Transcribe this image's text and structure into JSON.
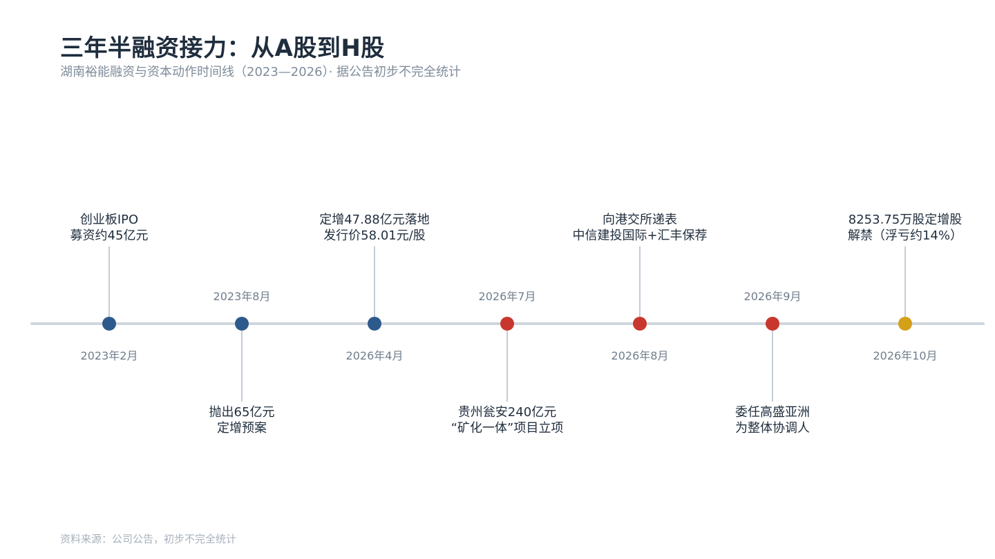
{
  "header": {
    "title": "三年半融资接力：从A股到H股",
    "subtitle": "湖南裕能融资与资本动作时间线（2023—2026）· 据公告初步不完全统计"
  },
  "colors": {
    "ipo_blue": "#2d5a8c",
    "hk_red": "#c8372d",
    "unlock_gold": "#d4a017",
    "axis_gray": "#cfd6dd"
  },
  "timeline": [
    {
      "date": "2023年2月",
      "lines": [
        "创业板IPO",
        "募资约45亿元"
      ],
      "position": "above",
      "color": "#2d5a8c"
    },
    {
      "date": "2023年8月",
      "lines": [
        "抛出65亿元",
        "定增预案"
      ],
      "position": "below",
      "color": "#2d5a8c"
    },
    {
      "date": "2026年4月",
      "lines": [
        "定增47.88亿元落地",
        "发行价58.01元/股"
      ],
      "position": "above",
      "color": "#2d5a8c"
    },
    {
      "date": "2026年7月",
      "lines": [
        "贵州瓮安240亿元",
        "“矿化一体”项目立项"
      ],
      "position": "below",
      "color": "#c8372d"
    },
    {
      "date": "2026年8月",
      "lines": [
        "向港交所递表",
        "中信建投国际+汇丰保荐"
      ],
      "position": "above",
      "color": "#c8372d"
    },
    {
      "date": "2026年9月",
      "lines": [
        "委任高盛亚洲",
        "为整体协调人"
      ],
      "position": "below",
      "color": "#c8372d"
    },
    {
      "date": "2026年10月",
      "lines": [
        "8253.75万股定增股",
        "解禁（浮亏约14%）"
      ],
      "position": "above",
      "color": "#d4a017"
    }
  ],
  "footer": {
    "source": "资料来源：公司公告，初步不完全统计"
  }
}
